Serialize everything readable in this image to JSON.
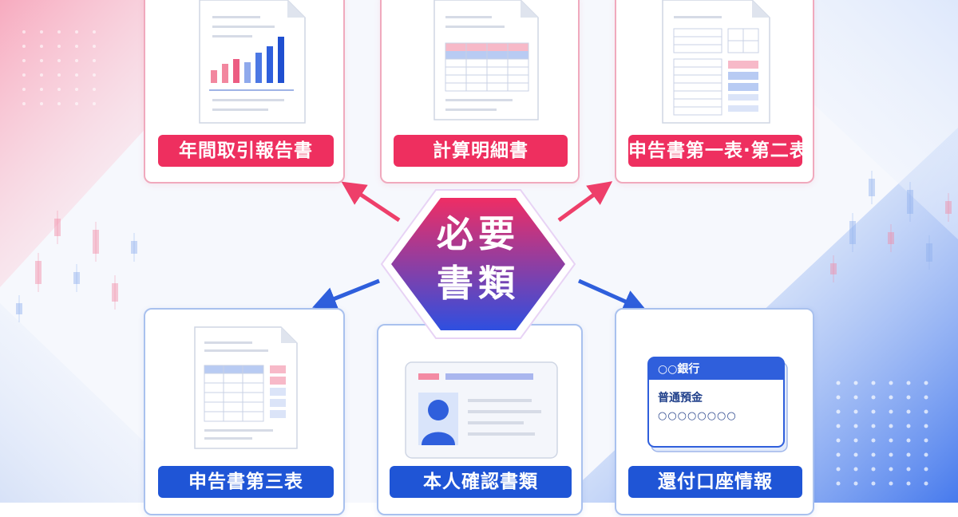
{
  "hub": {
    "line1": "必要",
    "line2": "書類"
  },
  "documents": [
    {
      "label": "年間取引報告書"
    },
    {
      "label": "計算明細書"
    },
    {
      "label": "申告書第一表·第二表"
    },
    {
      "label": "申告書第三表"
    },
    {
      "label": "本人確認書類"
    },
    {
      "label": "還付口座情報"
    }
  ],
  "bank_card": {
    "bank_name": "○○銀行",
    "account_type": "普通預金",
    "account_number": "○○○○○○○○"
  },
  "colors": {
    "pink": "#ee2f5f",
    "blue": "#1f55d6",
    "hub_top": "#ef2d64",
    "hub_bottom": "#2e4fe0"
  }
}
